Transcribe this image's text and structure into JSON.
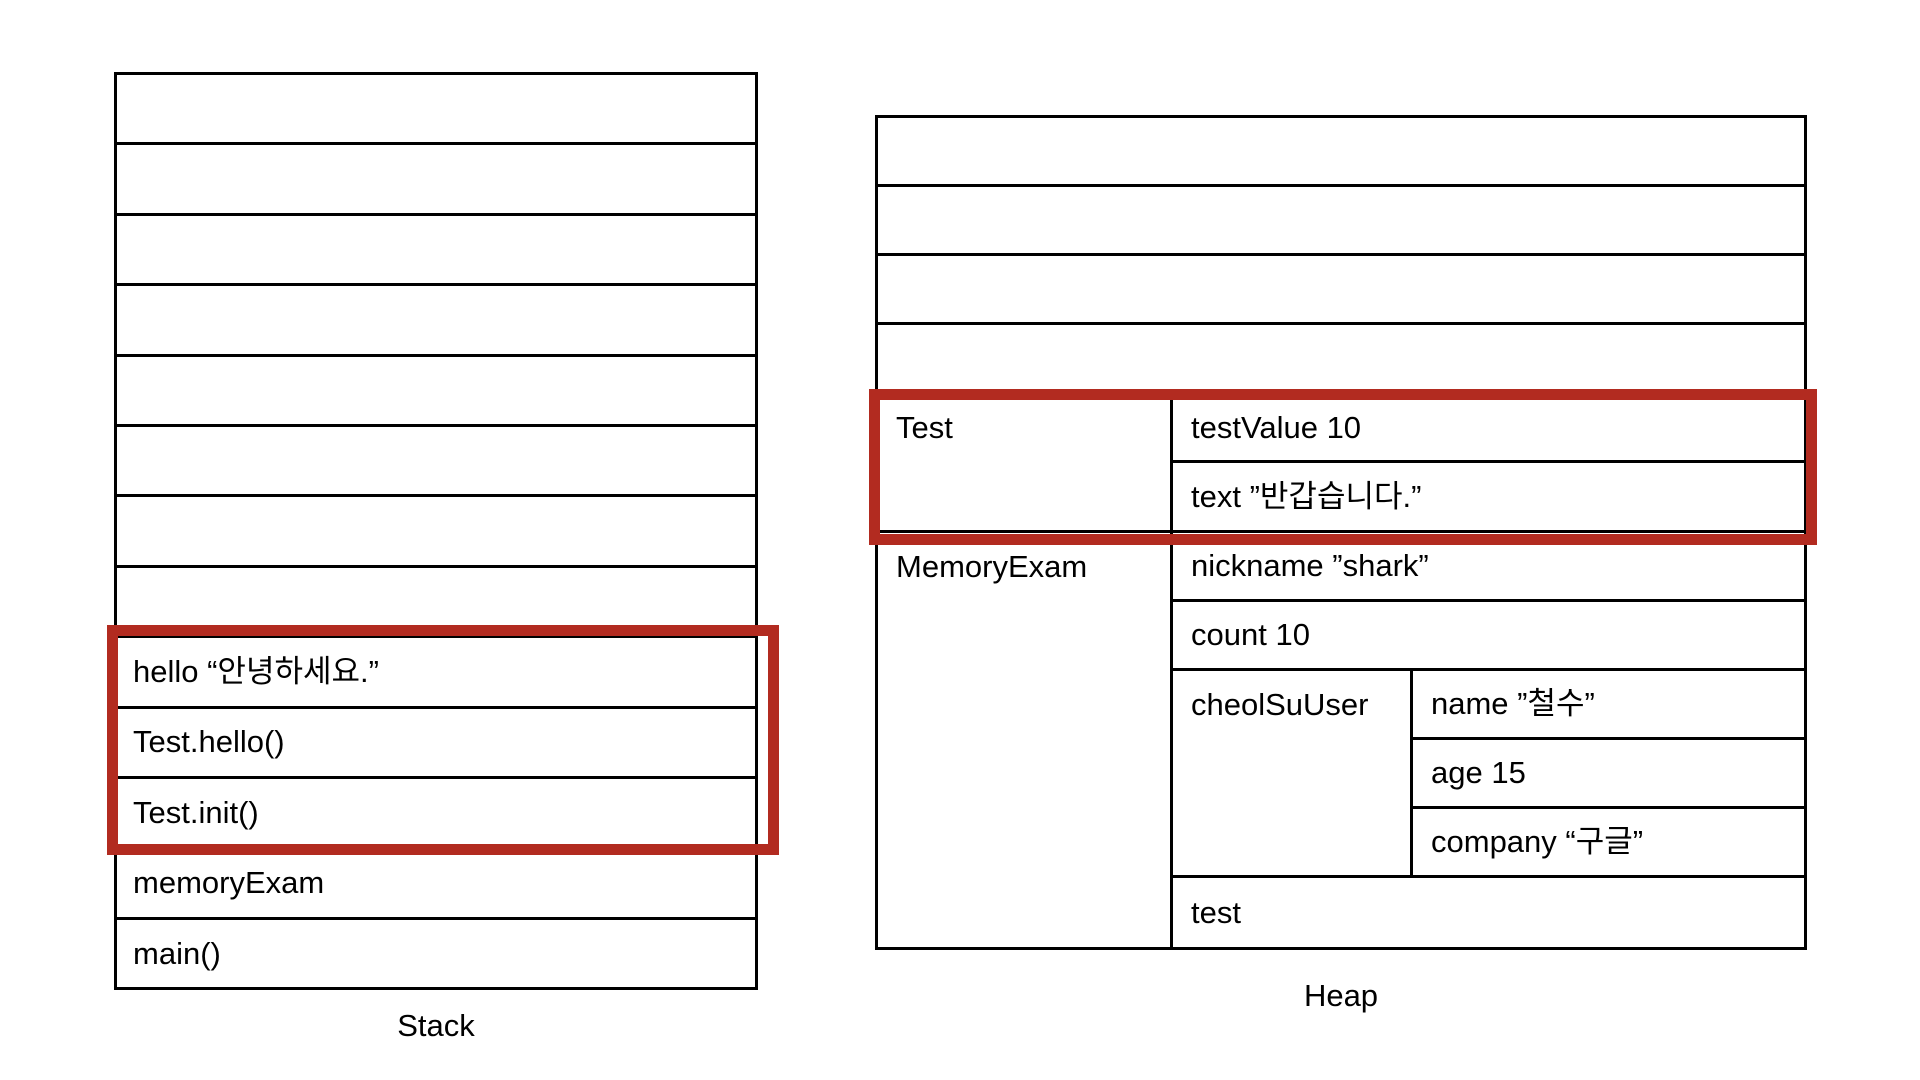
{
  "diagram": {
    "type": "memory-layout",
    "highlight_color": "#b22b20",
    "line_color": "#000000",
    "background_color": "#ffffff"
  },
  "stack": {
    "caption": "Stack",
    "empty_row_count": 8,
    "rows": [
      "hello “안녕하세요.”",
      "Test.hello()",
      "Test.init()",
      "memoryExam",
      "main()"
    ],
    "highlighted_rows": [
      "hello “안녕하세요.”",
      "Test.hello()",
      "Test.init()"
    ]
  },
  "heap": {
    "caption": "Heap",
    "empty_row_count": 4,
    "test": {
      "name": "Test",
      "testValue": "testValue 10",
      "text": "text ”반갑습니다.”"
    },
    "memoryExam": {
      "name": "MemoryExam",
      "nickname": "nickname ”shark”",
      "count": "count 10",
      "cheolSuUser": {
        "name": "cheolSuUser",
        "fields": [
          "name ”철수”",
          "age 15",
          "company “구글”"
        ]
      },
      "test": "test"
    },
    "highlighted_object": "Test"
  }
}
